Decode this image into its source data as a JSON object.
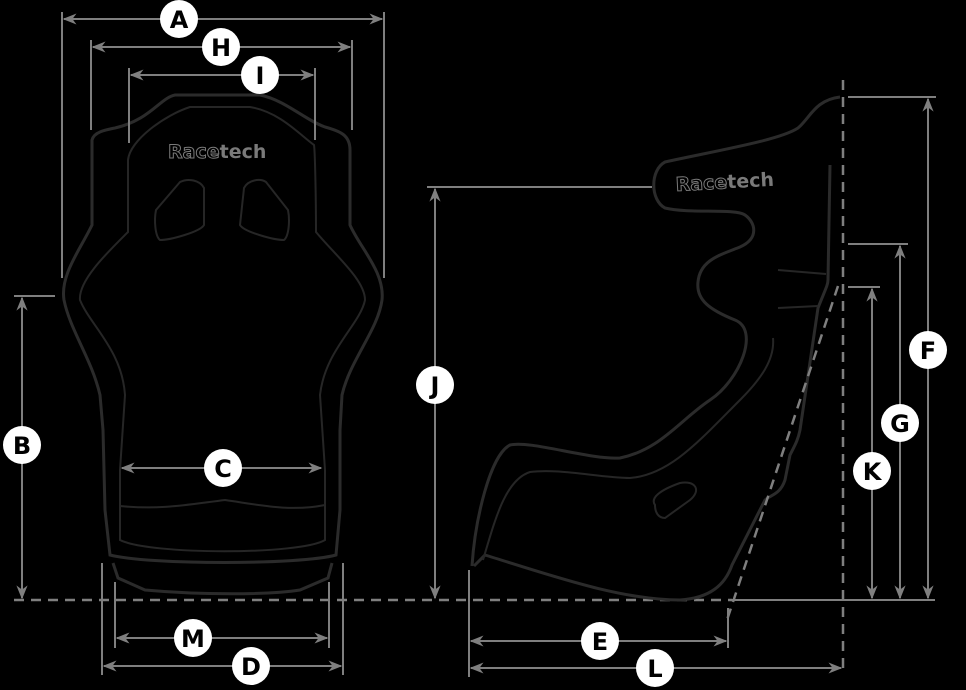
{
  "diagram": {
    "subject": "Racing seat dimension diagram",
    "views": [
      "front view",
      "side view"
    ],
    "brand_logo": {
      "part1": "Race",
      "part2": "tech"
    },
    "dimension_labels": {
      "A": "A",
      "H": "H",
      "I": "I",
      "B": "B",
      "C": "C",
      "M": "M",
      "D": "D",
      "J": "J",
      "F": "F",
      "G": "G",
      "K": "K",
      "E": "E",
      "L": "L"
    },
    "colors": {
      "background": "#000000",
      "dimension_line": "#7f7f7f",
      "outline": "#2b2b2b",
      "badge": "#ffffff"
    }
  }
}
